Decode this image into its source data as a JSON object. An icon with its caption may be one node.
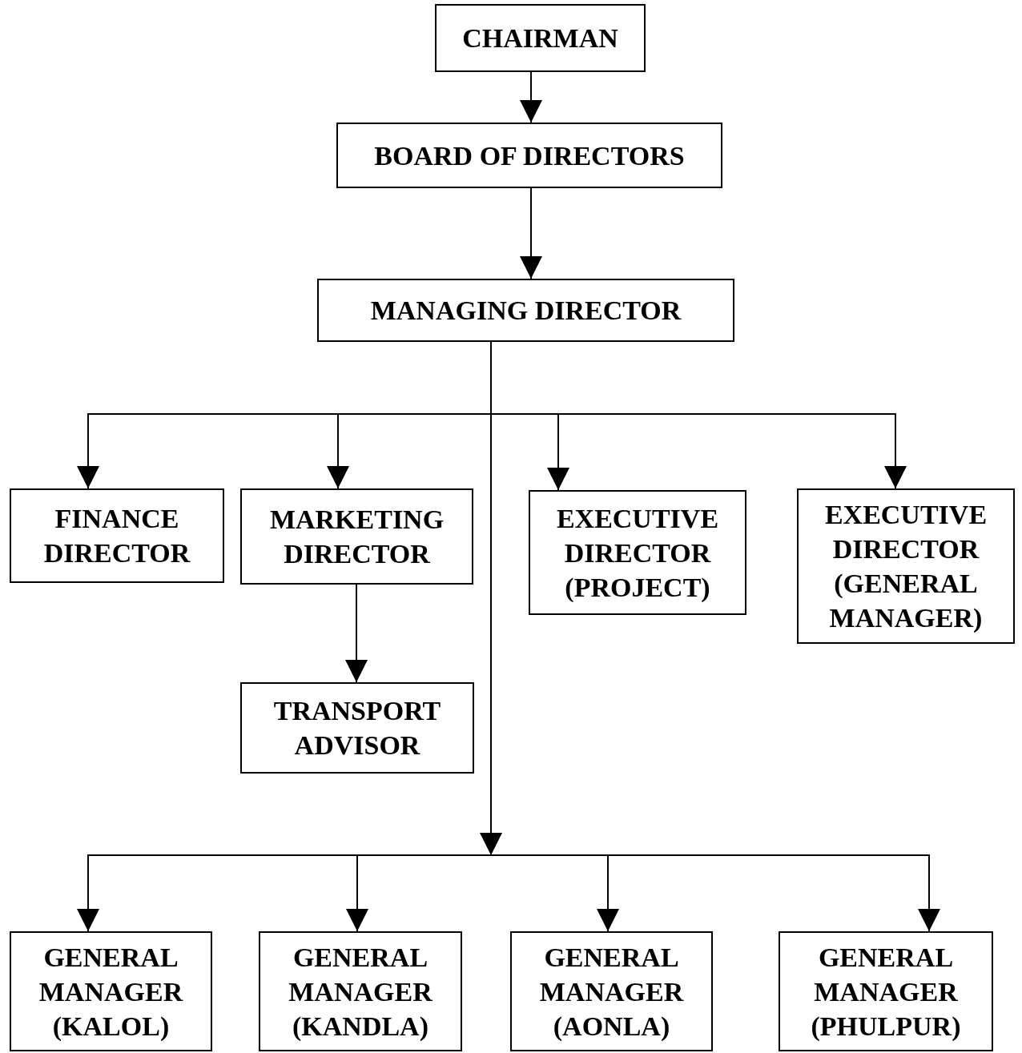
{
  "diagram": {
    "nodes": [
      {
        "text": [
          "CHAIRMAN"
        ]
      },
      {
        "text": [
          "BOARD OF DIRECTORS"
        ]
      },
      {
        "text": [
          "MANAGING DIRECTOR"
        ]
      },
      {
        "text": [
          "FINANCE DIRECTOR"
        ]
      },
      {
        "text": [
          "MARKETING DIRECTOR"
        ]
      },
      {
        "text": [
          "EXECUTIVE DIRECTOR (PROJECT)"
        ]
      },
      {
        "text": [
          "EXECUTIVE DIRECTOR (GENERAL MANAGER)"
        ]
      },
      {
        "text": [
          "TRANSPORT ADVISOR"
        ]
      },
      {
        "text": [
          "GENERAL MANAGER (KALOL)"
        ]
      },
      {
        "text": [
          "GENERAL MANAGER (KANDLA)"
        ]
      },
      {
        "text": [
          "GENERAL MANAGER (AONLA)"
        ]
      },
      {
        "text": [
          "GENERAL MANAGER (PHULPUR)"
        ]
      }
    ],
    "edges": [
      {
        "from": 0,
        "to": 1,
        "arrow": "to"
      },
      {
        "from": 1,
        "to": 2,
        "arrow": "to"
      },
      {
        "from": 2,
        "to": 3,
        "arrow": "to"
      },
      {
        "from": 2,
        "to": 4,
        "arrow": "to"
      },
      {
        "from": 2,
        "to": 5,
        "arrow": "to"
      },
      {
        "from": 2,
        "to": 6,
        "arrow": "to"
      },
      {
        "from": 4,
        "to": 7,
        "arrow": "to"
      },
      {
        "from": 2,
        "to": 8,
        "arrow": "to"
      },
      {
        "from": 2,
        "to": 9,
        "arrow": "to"
      },
      {
        "from": 2,
        "to": 10,
        "arrow": "to"
      },
      {
        "from": 2,
        "to": 11,
        "arrow": "to"
      }
    ]
  }
}
